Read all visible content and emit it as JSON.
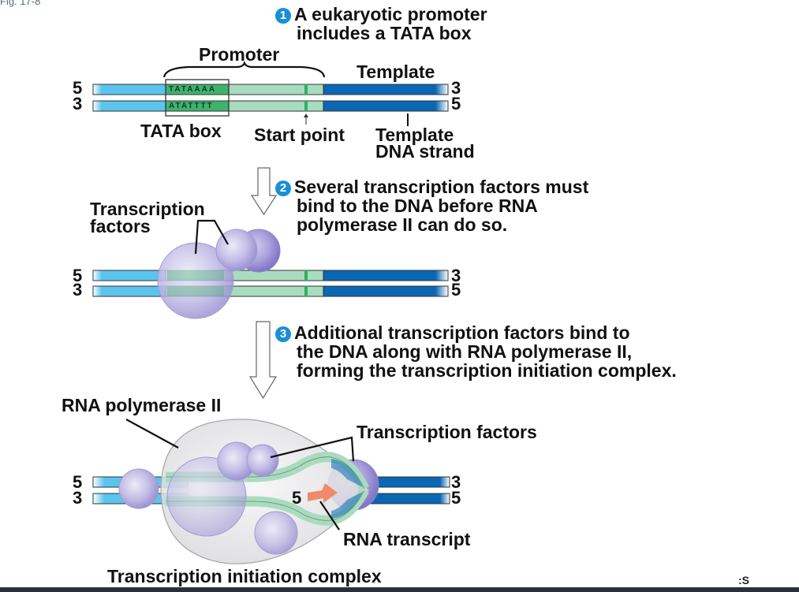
{
  "figure_label": "Fig. 17-8",
  "colors": {
    "dna_light_blue": "#5bc4ee",
    "dna_dark_blue": "#0a67b4",
    "promoter_green": "#a9dcbf",
    "tata_green": "#3fb36e",
    "start_mark": "#2eb060",
    "factor_purple": "#b7b0e0",
    "polymerase_gray": "#e4e4e6",
    "rna_orange": "#f08a6a",
    "badge_blue": "#1a8fd6"
  },
  "steps": [
    {
      "number": "1",
      "lines": [
        "A eukaryotic promoter",
        "includes a TATA box"
      ]
    },
    {
      "number": "2",
      "lines": [
        "Several transcription factors must",
        "bind to the DNA before RNA",
        "polymerase II can do so."
      ]
    },
    {
      "number": "3",
      "lines": [
        "Additional transcription factors bind to",
        "the DNA along with RNA polymerase II,",
        "forming the transcription initiation complex."
      ]
    }
  ],
  "panel1": {
    "promoter_label": "Promoter",
    "template_label": "Template",
    "tata_top": "TATAAAA",
    "tata_bottom": "ATATTTT",
    "tata_box_label": "TATA box",
    "start_point_label": "Start point",
    "template_strand_label": [
      "Template",
      "DNA strand"
    ]
  },
  "panel2": {
    "factors_label": [
      "Transcription",
      "factors"
    ]
  },
  "panel3": {
    "polymerase_label": "RNA polymerase II",
    "factors_label": "Transcription factors",
    "rna_label": "RNA transcript",
    "rna_end": "5",
    "complex_label": "Transcription initiation complex"
  },
  "strand_ends": {
    "top_left": "5",
    "bottom_left": "3",
    "top_right": "3",
    "bottom_right": "5"
  },
  "corner_text": ":S"
}
